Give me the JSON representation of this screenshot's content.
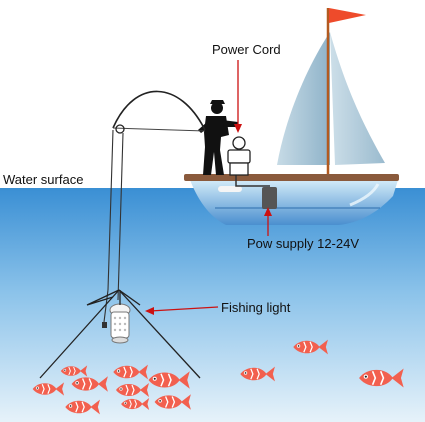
{
  "labels": {
    "power_cord": "Power Cord",
    "water_surface": "Water surface",
    "power_supply": "Pow supply 12-24V",
    "fishing_light": "Fishing light"
  },
  "colors": {
    "water_top": "#3a8fd4",
    "water_bottom": "#d9ecf8",
    "sail": "#a9c6d6",
    "flag": "#ee4b2b",
    "hull_top": "#bfe0f2",
    "hull_bottom": "#3f86c8",
    "gunwale": "#8a5a3c",
    "fish_body": "#f2604f",
    "fish_stripe": "#ffffff",
    "arrow": "#cc1111",
    "silhouette": "#111111"
  },
  "icons": {
    "fisherman": "fisherman-silhouette-icon",
    "boat": "sailboat-icon",
    "light": "underwater-led-light-icon",
    "fish": "red-fish-icon"
  }
}
